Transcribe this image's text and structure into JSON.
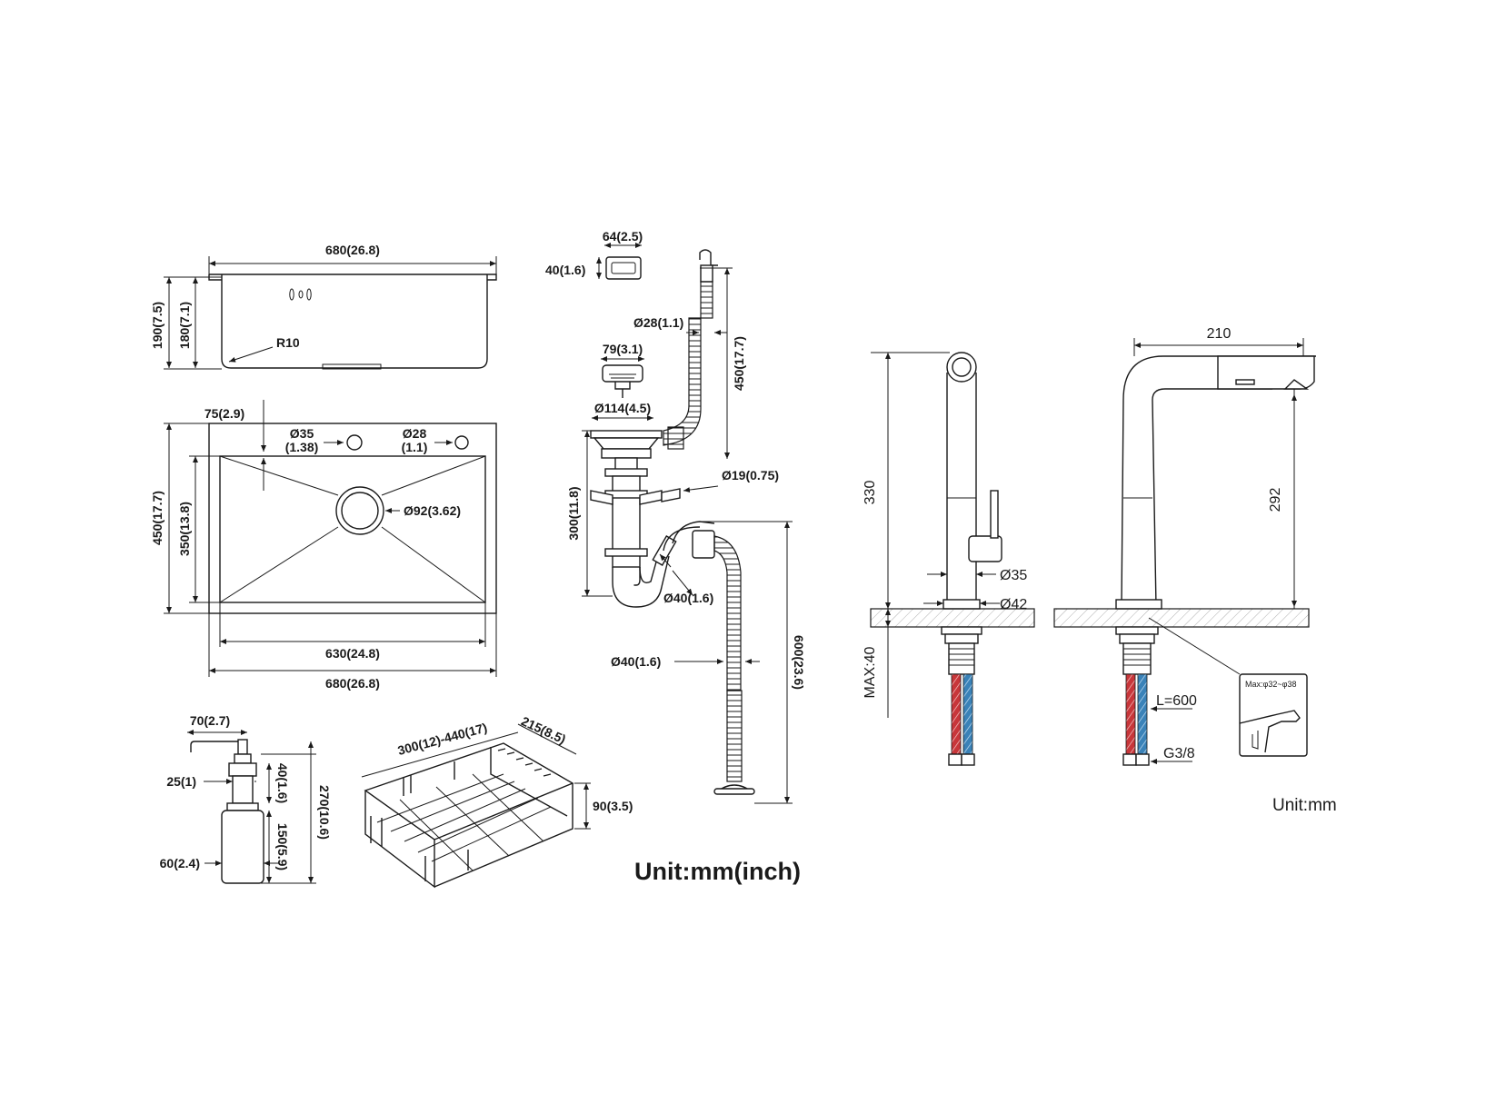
{
  "sink": {
    "width_top": "680(26.8)",
    "width_bottom": "680(26.8)",
    "inner_width": "630(24.8)",
    "outer_height": "190(7.5)",
    "inner_height": "180(7.1)",
    "radius": "R10",
    "depth": "450(17.7)",
    "inner_depth": "350(13.8)",
    "hole_offset": "75(2.9)",
    "hole1_dia": "Ø35",
    "hole1_inch": "(1.38)",
    "hole2_dia": "Ø28",
    "hole2_inch": "(1.1)",
    "drain_dia": "Ø92(3.62)"
  },
  "drain": {
    "overflow_w": "64(2.5)",
    "overflow_h": "40(1.6)",
    "overflow_pipe": "Ø28(1.1)",
    "overflow_len": "450(17.7)",
    "strainer_w": "79(3.1)",
    "basket_dia": "Ø114(4.5)",
    "side_inlet": "Ø19(0.75)",
    "trap_height": "300(11.8)",
    "trap_pipe": "Ø40(1.6)",
    "hose_dia": "Ø40(1.6)",
    "hose_len": "600(23.6)"
  },
  "dispenser": {
    "spout": "70(2.7)",
    "neck": "25(1)",
    "bottle_dia": "60(2.4)",
    "head_h": "40(1.6)",
    "bottle_h": "150(5.9)",
    "total_h": "270(10.6)"
  },
  "basket": {
    "length": "300(12)-440(17)",
    "width": "215(8.5)",
    "height": "90(3.5)"
  },
  "unit_left": "Unit:mm(inch)",
  "faucet": {
    "height": "330",
    "reach": "210",
    "spout_height": "292",
    "body_dia": "Ø35",
    "base_dia": "Ø42",
    "max_thickness": "MAX:40",
    "hose_length": "L=600",
    "thread": "G3/8",
    "hole_range": "Max:φ32~φ38",
    "hot_color": "#c8363a",
    "cold_color": "#3a82b8"
  },
  "unit_right": "Unit:mm"
}
